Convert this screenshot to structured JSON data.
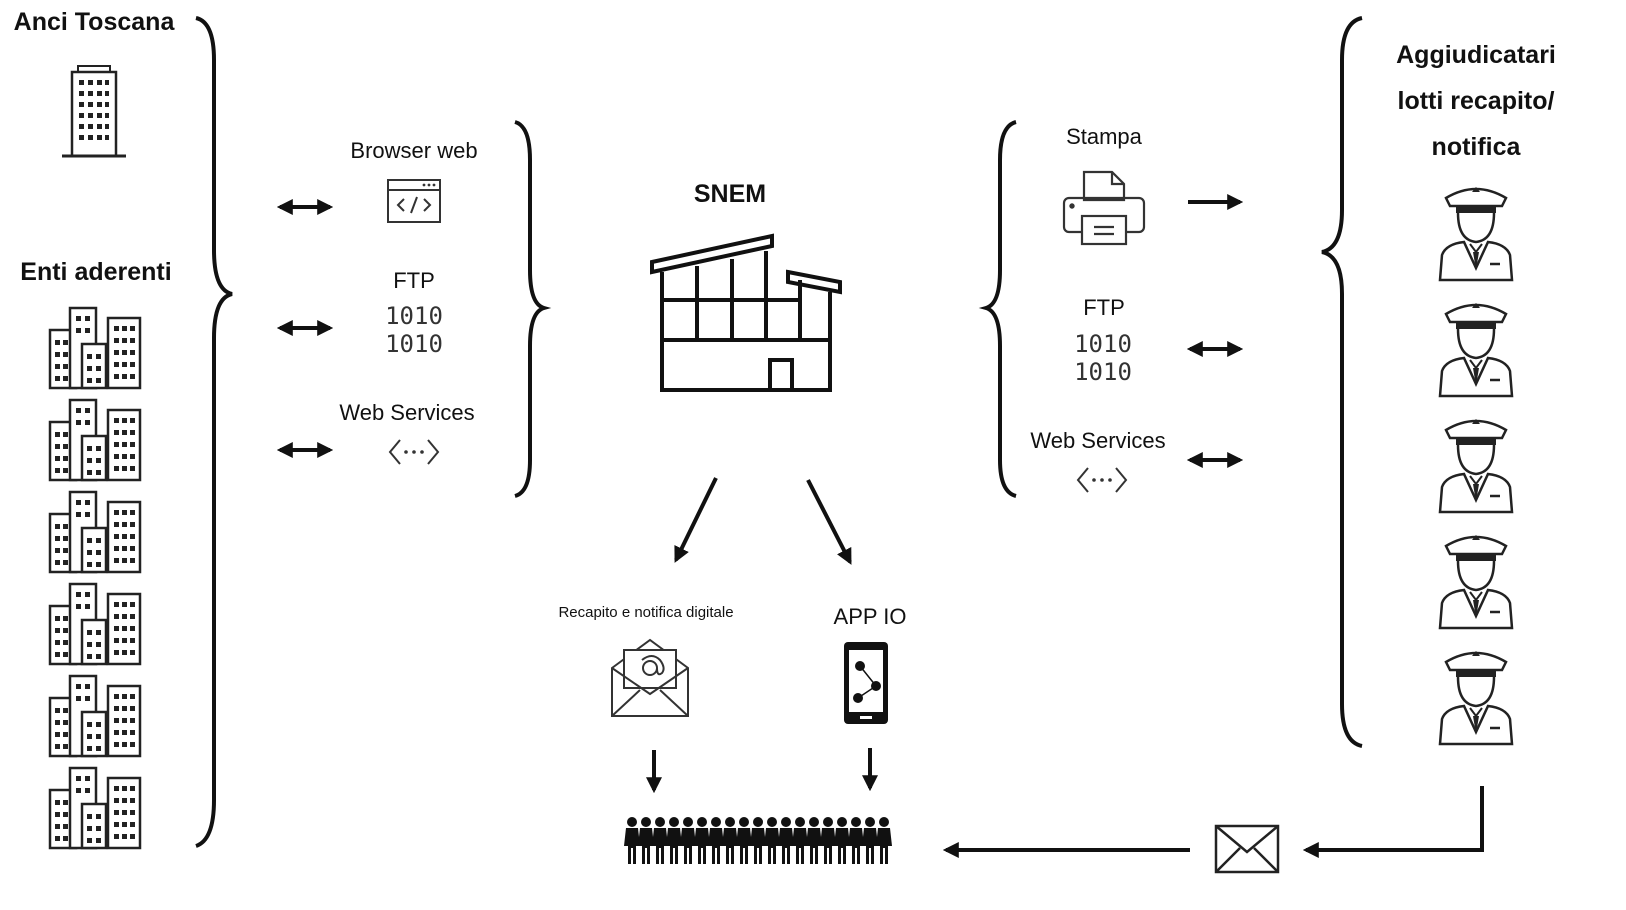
{
  "left": {
    "anci_title": "Anci Toscana",
    "enti_title": "Enti aderenti"
  },
  "channels_in": {
    "browser": "Browser web",
    "ftp": "FTP",
    "ftp_bits_1": "1010",
    "ftp_bits_2": "1010",
    "ws": "Web Services"
  },
  "center": {
    "title": "SNEM",
    "digital": "Recapito e notifica digitale",
    "app": "APP IO"
  },
  "channels_out": {
    "stampa": "Stampa",
    "ftp": "FTP",
    "ftp_bits_1": "1010",
    "ftp_bits_2": "1010",
    "ws": "Web Services"
  },
  "right": {
    "title_1": "Aggiudicatari",
    "title_2": "lotti recapito/",
    "title_3": "notifica"
  }
}
